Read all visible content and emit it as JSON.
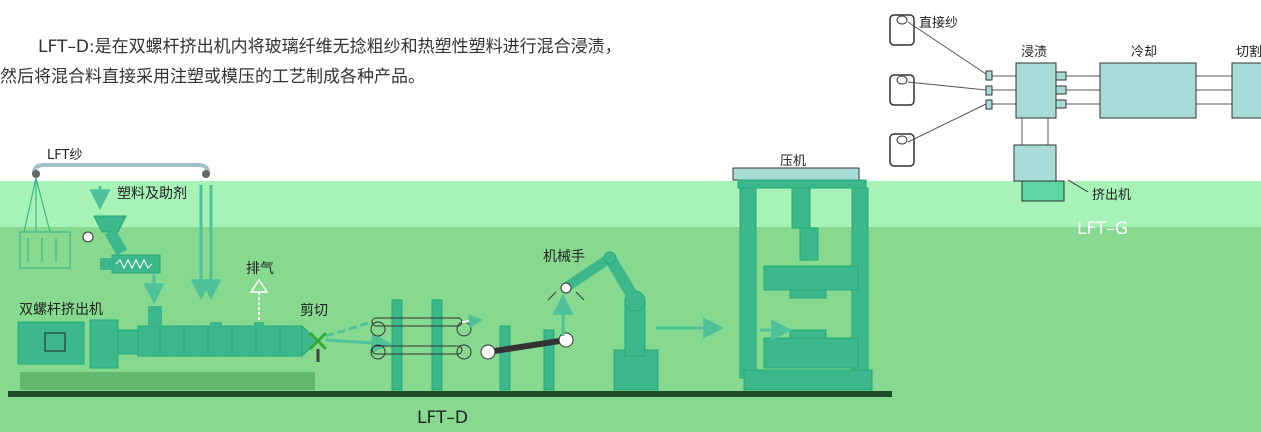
{
  "description": {
    "line1": "LFT–D:是在双螺杆挤出机内将玻璃纤维无捻粗纱和热塑性塑料进行混合浸渍，",
    "line2": "然后将混合料直接采用注塑或模压的工艺制成各种产品。"
  },
  "lft_d_diagram": {
    "caption": "LFT–D",
    "labels": {
      "lft_yarn": "LFT纱",
      "plastic_additives": "塑料及助剂",
      "exhaust": "排气",
      "twin_screw_extruder": "双螺杆挤出机",
      "cutting": "剪切",
      "robot_arm": "机械手",
      "press": "压机"
    }
  },
  "lft_g_diagram": {
    "caption": "LFT–G",
    "labels": {
      "direct_roving": "直接纱",
      "impregnation": "浸渍",
      "cooling": "冷却",
      "cutting": "切割",
      "extruder": "挤出机"
    }
  },
  "colors": {
    "band_light": "#a6f2b7",
    "band_main": "#86d98f",
    "machine_fill": "#3db88c",
    "teal_box": "#a8dcd8",
    "arrow": "#4fc29a"
  }
}
